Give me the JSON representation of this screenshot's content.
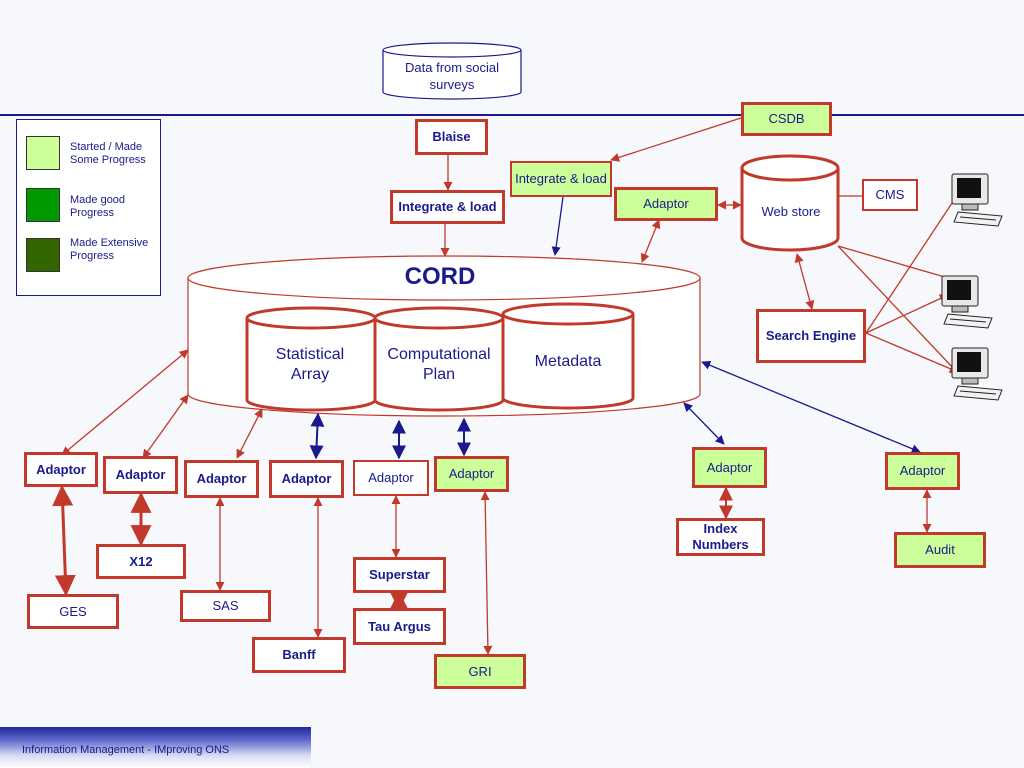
{
  "source": {
    "label": "Data from  social surveys"
  },
  "cord": {
    "title": "CORD",
    "components": {
      "statistical_array": "Statistical Array",
      "computational_plan": "Computational Plan",
      "metadata": "Metadata"
    }
  },
  "web_store": "Web store",
  "boxes": {
    "blaise": "Blaise",
    "integrate_load_bold": "Integrate & load",
    "integrate_load_green": "Integrate & load",
    "csdb": "CSDB",
    "adaptor": "Adaptor",
    "cms": "CMS",
    "search_engine": "Search Engine",
    "x12": "X12",
    "ges": "GES",
    "sas": "SAS",
    "banff": "Banff",
    "superstar": "Superstar",
    "tau_argus": "Tau Argus",
    "gri": "GRI",
    "index_numbers": "Index Numbers",
    "audit": "Audit"
  },
  "legend": {
    "items": [
      {
        "label": "Started / Made Some Progress",
        "color": "#ccff99"
      },
      {
        "label": "Made good Progress",
        "color": "#009900"
      },
      {
        "label": "Made Extensive Progress",
        "color": "#336600"
      }
    ]
  },
  "footer": {
    "text": "Information Management  - IMproving ONS"
  },
  "colors": {
    "box_border": "#c0392b",
    "text": "#1a1a8c",
    "green_fill": "#ccff99",
    "navy_arrow": "#1a1a8c"
  },
  "icons": [
    "computer-terminal-icon",
    "computer-terminal-icon",
    "computer-terminal-icon"
  ]
}
